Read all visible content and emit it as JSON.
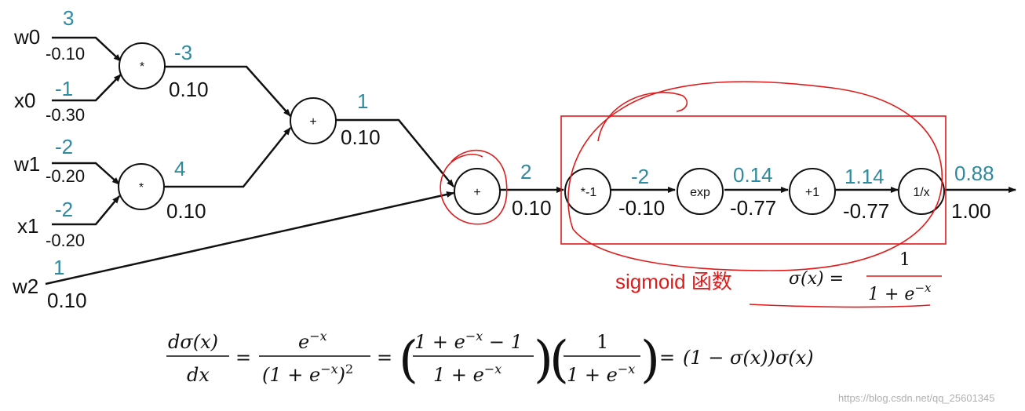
{
  "colors": {
    "forward": "#2e8a9e",
    "backward": "#111111",
    "annotation": "#e01b1b",
    "edge": "#111111"
  },
  "inputs": [
    {
      "name": "w0",
      "forward": "3",
      "backward": "-0.10"
    },
    {
      "name": "x0",
      "forward": "-1",
      "backward": "-0.30"
    },
    {
      "name": "w1",
      "forward": "-2",
      "backward": "-0.20"
    },
    {
      "name": "x1",
      "forward": "-2",
      "backward": "-0.20"
    },
    {
      "name": "w2",
      "forward": "1",
      "backward": "0.10"
    }
  ],
  "nodes": [
    {
      "id": "mul0",
      "op": "*",
      "forward": "-3",
      "backward": "0.10"
    },
    {
      "id": "mul1",
      "op": "*",
      "forward": "4",
      "backward": "0.10"
    },
    {
      "id": "add0",
      "op": "+",
      "forward": "1",
      "backward": "0.10"
    },
    {
      "id": "add1",
      "op": "+",
      "forward": "2",
      "backward": "0.10"
    },
    {
      "id": "neg",
      "op": "*-1",
      "forward": "-2",
      "backward": "-0.10"
    },
    {
      "id": "exp",
      "op": "exp",
      "forward": "0.14",
      "backward": "-0.77"
    },
    {
      "id": "plus1",
      "op": "+1",
      "forward": "1.14",
      "backward": "-0.77"
    },
    {
      "id": "recip",
      "op": "1/x",
      "forward": "0.88",
      "backward": "1.00"
    }
  ],
  "annotation": {
    "label": "sigmoid 函数",
    "sigma_lhs": "σ(x) =",
    "numerator": "1",
    "denominator": "1 + e",
    "denominator_exp": "−x"
  },
  "derivative": {
    "lhs_num": "dσ(x)",
    "lhs_den": "dx",
    "eq": "=",
    "f1_num": "e",
    "f1_num_exp": "−x",
    "f1_den": "(1 + e",
    "f1_den_exp": "−x",
    "f1_den_tail": ")",
    "f1_den_sq": "2",
    "f2_num": "1 + e",
    "f2_num_exp": "−x",
    "f2_num_tail": " − 1",
    "f2_den": "1 + e",
    "f2_den_exp": "−x",
    "f3_num": "1",
    "f3_den": "1 + e",
    "f3_den_exp": "−x",
    "rhs": "(1 − σ(x))σ(x)"
  },
  "watermark": "https://blog.csdn.net/qq_25601345"
}
